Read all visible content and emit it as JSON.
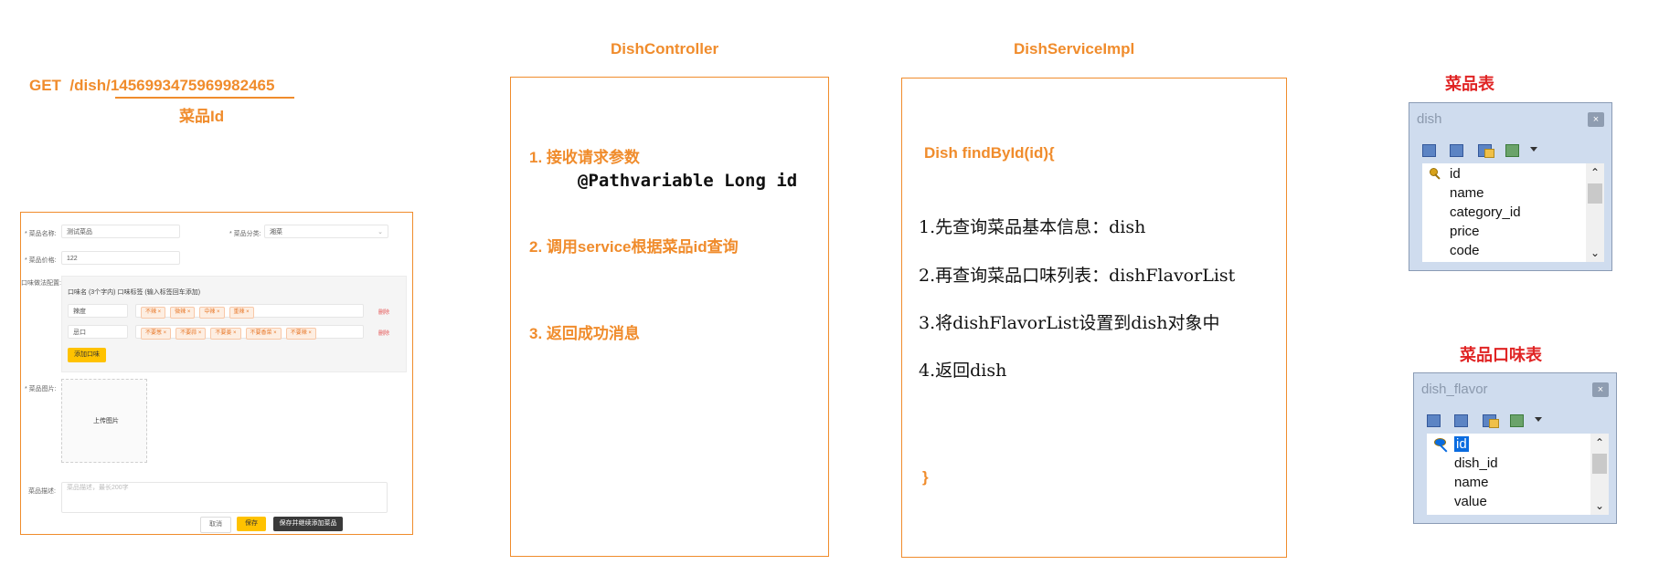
{
  "request": {
    "method": "GET",
    "path_prefix": "/dish/",
    "id_value": "1456993475969982465",
    "id_caption": "菜品Id"
  },
  "form": {
    "name_label": "* 菜品名称:",
    "name_value": "测试菜品",
    "category_label": "* 菜品分类:",
    "category_value": "湘菜",
    "price_label": "* 菜品价格:",
    "price_value": "122",
    "flavor_label": "口味做法配置:",
    "flavor_header": "口味名 (3个字内)    口味标签 (输入标签回车添加)",
    "flavors": [
      {
        "name": "忌口",
        "tags": [
          "不要葱 ×",
          "不要蒜 ×",
          "不要姜 ×",
          "不要香菜 ×",
          "不要辣 ×"
        ],
        "delete": "删除"
      },
      {
        "name": "辣度",
        "tags": [
          "不辣 ×",
          "微辣 ×",
          "中辣 ×",
          "重辣 ×"
        ],
        "delete": "删除"
      }
    ],
    "add_flavor_button": "添加口味",
    "image_label": "* 菜品图片:",
    "image_placeholder": "上传图片",
    "desc_label": "菜品描述:",
    "desc_placeholder": "菜品描述，最长200字",
    "cancel_button": "取消",
    "save_button": "保存",
    "save_continue_button": "保存并继续添加菜品"
  },
  "controller": {
    "title": "DishController",
    "step1": "1. 接收请求参数",
    "step1_code": "@Pathvariable Long id",
    "step2": "2. 调用service根据菜品id查询",
    "step3": "3. 返回成功消息"
  },
  "service": {
    "title": "DishServiceImpl",
    "signature": "Dish findById(id){",
    "lines": [
      "1.先查询菜品基本信息：dish",
      "2.再查询菜品口味列表：dishFlavorList",
      "3.将dishFlavorList设置到dish对象中",
      "4.返回dish"
    ],
    "closing": "}"
  },
  "tables": [
    {
      "title": "菜品表",
      "name": "dish",
      "close": "×",
      "fields": [
        "id",
        "name",
        "category_id",
        "price",
        "code"
      ]
    },
    {
      "title": "菜品口味表",
      "name": "dish_flavor",
      "close": "×",
      "fields": [
        "id",
        "dish_id",
        "name",
        "value"
      ]
    }
  ],
  "colors": {
    "accent": "#f08c2c",
    "table_title": "#e02424",
    "selection": "#0a6ce0"
  }
}
